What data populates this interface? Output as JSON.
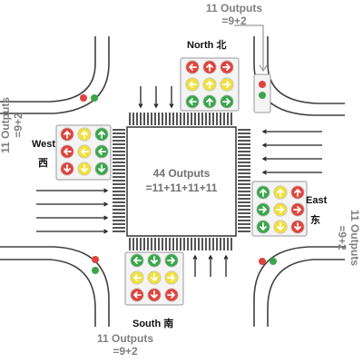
{
  "labels": {
    "center_line1": "44 Outputs",
    "center_line2": "=11+11+11+11",
    "north_name": "North 北",
    "south_name": "South 南",
    "west_name": "West",
    "west_cn": "西",
    "east_name": "East",
    "east_cn": "东",
    "north_count_line1": "11 Outputs",
    "north_count_line2": "=9+2",
    "south_count_line1": "11 Outputs",
    "south_count_line2": "=9+2",
    "west_count_line1": "11 Outputs",
    "west_count_line2": "=9+2",
    "east_count_line1": "11 Outputs",
    "east_count_line2": "=9+2"
  },
  "colors": {
    "red": "#e0443c",
    "yellow": "#f2e03a",
    "green": "#3aa64c",
    "road_line": "#404040",
    "crosswalk": "#555555",
    "panel_border": "#9a9a9a"
  },
  "signal_heads": {
    "north": {
      "rows": [
        [
          "left",
          "straight",
          "right"
        ],
        [
          "left",
          "straight",
          "right"
        ],
        [
          "left",
          "straight",
          "right"
        ]
      ],
      "row_colors": [
        "red",
        "yellow",
        "green"
      ]
    },
    "south": {
      "rows": [
        [
          "left",
          "straight",
          "right"
        ],
        [
          "left",
          "straight",
          "right"
        ],
        [
          "left",
          "straight",
          "right"
        ]
      ],
      "row_colors": [
        "green",
        "yellow",
        "red"
      ]
    },
    "west": {
      "cols_colors": [
        "red",
        "yellow",
        "green"
      ]
    },
    "east": {
      "cols_colors": [
        "green",
        "yellow",
        "red"
      ]
    }
  },
  "icons": [
    "pedestrian-signal-icon",
    "left-arrow-icon",
    "straight-arrow-icon",
    "right-arrow-icon"
  ]
}
